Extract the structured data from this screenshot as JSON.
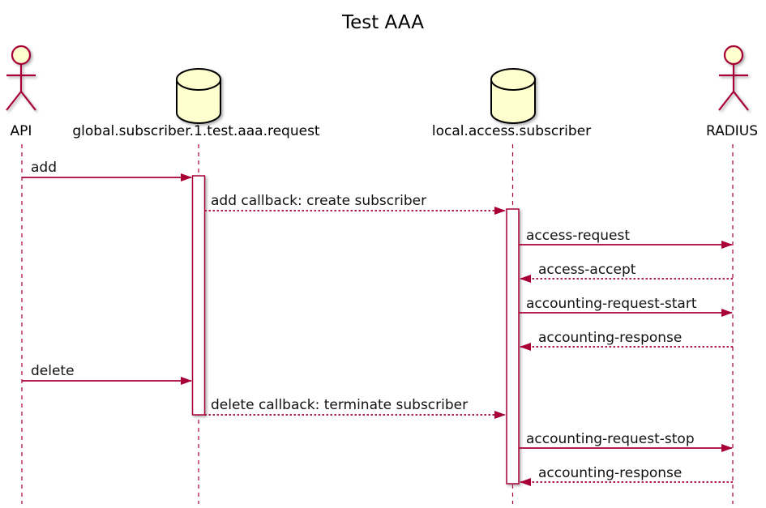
{
  "title": "Test AAA",
  "colors": {
    "accent": "#A80036",
    "participant_fill": "#FEFECE",
    "text": "#111111",
    "background": "#FFFFFF"
  },
  "participants": [
    {
      "name": "API",
      "type": "actor"
    },
    {
      "name": "global.subscriber.1.test.aaa.request",
      "type": "database"
    },
    {
      "name": "local.access.subscriber",
      "type": "database"
    },
    {
      "name": "RADIUS",
      "type": "actor"
    }
  ],
  "messages": [
    {
      "from": "API",
      "to": "global.subscriber.1.test.aaa.request",
      "label": "add",
      "style": "solid"
    },
    {
      "from": "global.subscriber.1.test.aaa.request",
      "to": "local.access.subscriber",
      "label": "add callback: create subscriber",
      "style": "dotted"
    },
    {
      "from": "local.access.subscriber",
      "to": "RADIUS",
      "label": "access-request",
      "style": "solid"
    },
    {
      "from": "RADIUS",
      "to": "local.access.subscriber",
      "label": "access-accept",
      "style": "dotted"
    },
    {
      "from": "local.access.subscriber",
      "to": "RADIUS",
      "label": "accounting-request-start",
      "style": "solid"
    },
    {
      "from": "RADIUS",
      "to": "local.access.subscriber",
      "label": "accounting-response",
      "style": "dotted"
    },
    {
      "from": "API",
      "to": "global.subscriber.1.test.aaa.request",
      "label": "delete",
      "style": "solid"
    },
    {
      "from": "global.subscriber.1.test.aaa.request",
      "to": "local.access.subscriber",
      "label": "delete callback: terminate subscriber",
      "style": "dotted"
    },
    {
      "from": "local.access.subscriber",
      "to": "RADIUS",
      "label": "accounting-request-stop",
      "style": "solid"
    },
    {
      "from": "RADIUS",
      "to": "local.access.subscriber",
      "label": "accounting-response",
      "style": "dotted"
    }
  ]
}
